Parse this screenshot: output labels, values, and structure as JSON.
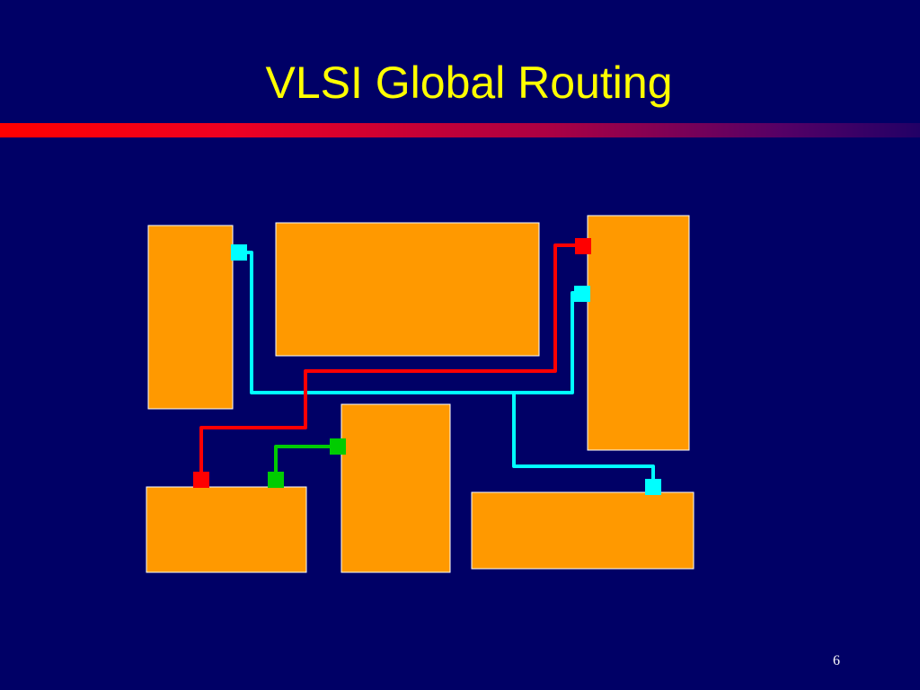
{
  "slide": {
    "title": "VLSI Global Routing",
    "page_number": "6"
  },
  "colors": {
    "background": "#000066",
    "title_text": "#ffff00",
    "module_fill": "#ff9900",
    "module_border": "#ffffff",
    "net_red": "#ff0000",
    "net_cyan": "#00ffff",
    "net_green": "#00cc00"
  },
  "diagram": {
    "modules": [
      {
        "name": "module-left-tall"
      },
      {
        "name": "module-top-wide"
      },
      {
        "name": "module-right-tall"
      },
      {
        "name": "module-bottom-left"
      },
      {
        "name": "module-center-tall"
      },
      {
        "name": "module-bottom-right"
      }
    ],
    "nets": [
      {
        "name": "net-red",
        "color": "red",
        "pins": 2
      },
      {
        "name": "net-cyan",
        "color": "cyan",
        "pins": 3
      },
      {
        "name": "net-green",
        "color": "green",
        "pins": 2
      }
    ]
  }
}
